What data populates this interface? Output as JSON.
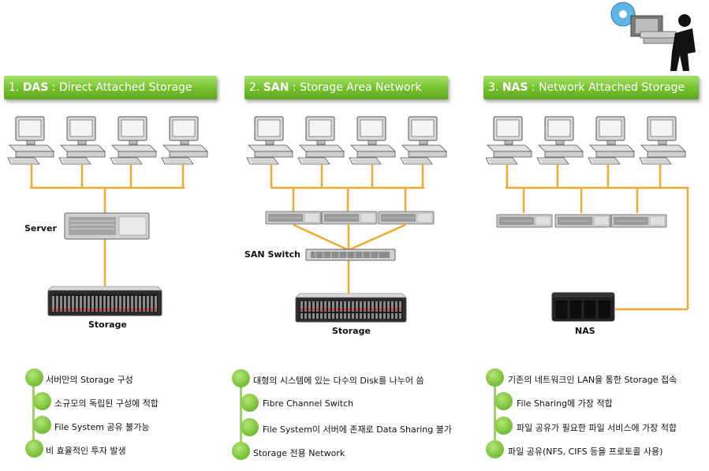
{
  "sections": [
    {
      "number": "1.",
      "abbr": "DAS",
      "separator": " : ",
      "name": "Direct Attached Storage",
      "labels": {
        "server": "Server",
        "storage": "Storage"
      },
      "bullets": [
        "서버만의 Storage 구성",
        "소규모의 독립된 구성에 적합",
        "File System 공유 불가능",
        "비 효율적인 투자 발생"
      ]
    },
    {
      "number": "2.",
      "abbr": "SAN",
      "separator": " : ",
      "name": "Storage Area Network",
      "labels": {
        "switch": "SAN Switch",
        "storage": "Storage"
      },
      "bullets": [
        "대형의 시스템에 있는 다수의  Disk를 나누어 씀",
        "Fibre Channel Switch",
        "File System이 서버에 존재로  Data Sharing 불가",
        "Storage 전용 Network"
      ]
    },
    {
      "number": "3.",
      "abbr": "NAS",
      "separator": " : ",
      "name": "Network Attached Storage",
      "labels": {
        "nas": "NAS"
      },
      "bullets": [
        "기존의 네트워크인 LAN을 통한  Storage 접속",
        "File Sharing에 가장 적합",
        "파일 공유가 필요한 파일 서비스에 가장 적합",
        "파일 공유(NFS, CIFS 등을 프로토콜 사용)"
      ]
    }
  ],
  "colors": {
    "header": "#74c12d",
    "link": "#f0a830",
    "bullet": "#7cc33a"
  }
}
